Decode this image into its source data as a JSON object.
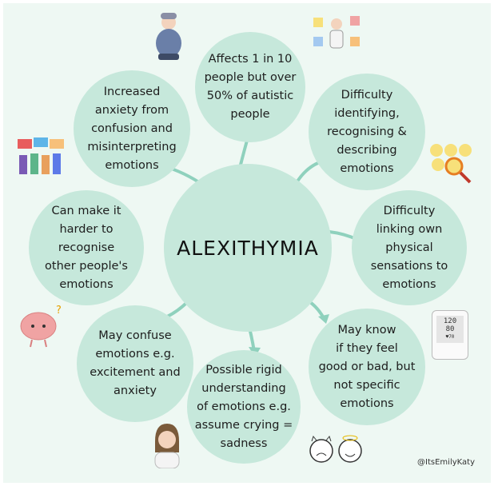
{
  "title": "ALEXITHYMIA",
  "facts": [
    {
      "id": "prevalence",
      "text": "Affects 1 in 10\npeople but over\n50% of autistic\npeople"
    },
    {
      "id": "identifying",
      "text": "Difficulty\nidentifying,\nrecognising &\ndescribing\nemotions"
    },
    {
      "id": "sensations",
      "text": "Difficulty\nlinking own\nphysical\nsensations to\nemotions"
    },
    {
      "id": "good-or-bad",
      "text": "May know\nif they feel\ngood or bad, but\nnot specific\nemotions"
    },
    {
      "id": "rigid",
      "text": "Possible rigid\nunderstanding\nof emotions e.g.\nassume crying =\nsadness"
    },
    {
      "id": "confuse",
      "text": "May confuse\nemotions e.g.\nexcitement and\nanxiety"
    },
    {
      "id": "others",
      "text": "Can make it\nharder to\nrecognise\nother people's\nemotions"
    },
    {
      "id": "anxiety",
      "text": "Increased\nanxiety from\nconfusion and\nmisinterpreting\nemotions"
    }
  ],
  "monitor": {
    "line1": "120",
    "line2": "80",
    "line3": "♥70"
  },
  "credit": "@ItsEmilyKaty",
  "colors": {
    "background": "#eef8f3",
    "circle": "#c6e8db",
    "arrow": "#8fd1bd"
  }
}
